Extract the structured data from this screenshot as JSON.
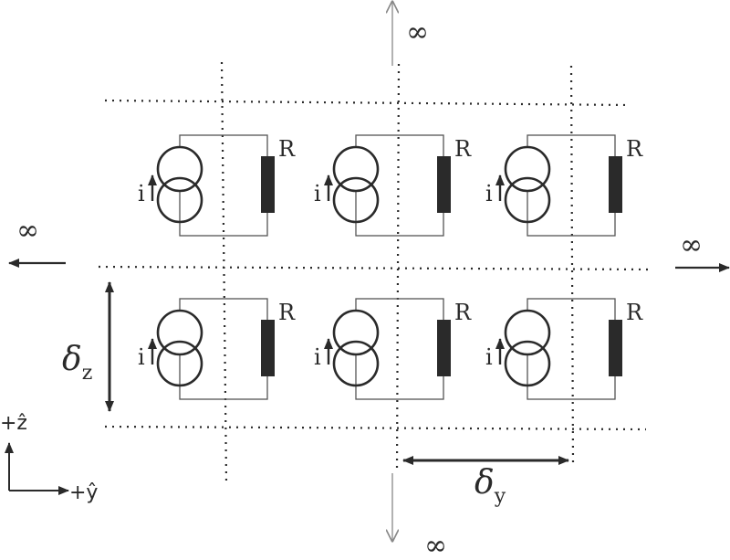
{
  "infinity": {
    "symbol": "∞"
  },
  "cell": {
    "resistor_label": "R",
    "current_label": "i"
  },
  "spacing": {
    "delta_symbol": "δ",
    "z_sub": "z",
    "y_sub": "y"
  },
  "axes": {
    "z_label": "+ẑ",
    "y_label": "+ŷ"
  },
  "colors": {
    "ink": "#2a2a2a",
    "cell_line": "#555555"
  }
}
